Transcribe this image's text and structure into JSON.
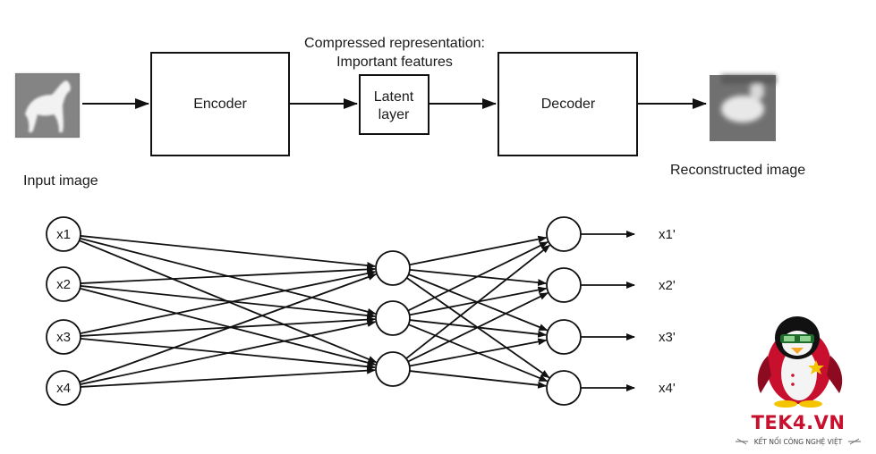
{
  "pipeline": {
    "input_label": "Input image",
    "encoder_label": "Encoder",
    "compressed_line1": "Compressed representation:",
    "compressed_line2": "Important features",
    "latent_line1": "Latent",
    "latent_line2": "layer",
    "decoder_label": "Decoder",
    "output_label": "Reconstructed image"
  },
  "network": {
    "inputs": [
      "x1",
      "x2",
      "x3",
      "x4"
    ],
    "hidden_count": 3,
    "outputs": [
      "x1'",
      "x2'",
      "x3'",
      "x4'"
    ]
  },
  "logo": {
    "brand": "TEK4.VN",
    "tagline": "KẾT NỐI CÔNG NGHỆ VIỆT",
    "colors": {
      "red": "#c8102e",
      "yellow": "#f5c400",
      "black": "#111111"
    }
  }
}
